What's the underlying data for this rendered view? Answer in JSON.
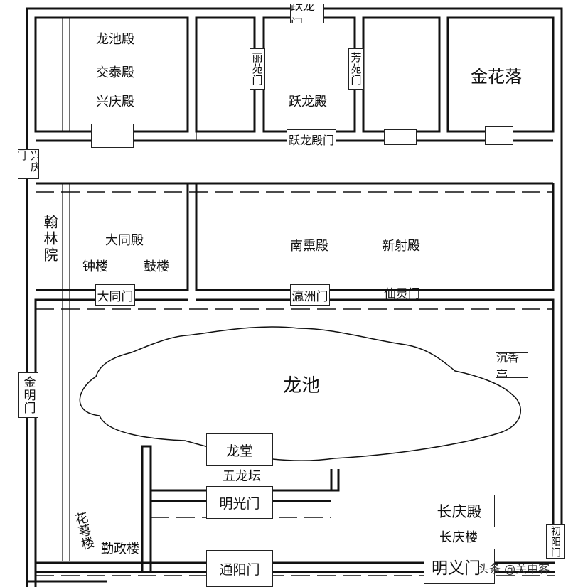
{
  "halls": {
    "longchi_dian": "龙池殿",
    "jiaotai_dian": "交泰殿",
    "xingqing_dian": "兴庆殿",
    "yuelong_dian": "跃龙殿",
    "jinhualuo": "金花落",
    "datong_dian": "大同殿",
    "zhonglou": "钟楼",
    "gulou": "鼓楼",
    "nanxun_dian": "南熏殿",
    "xinshe_dian": "新射殿",
    "hanlin_yuan": "翰林院",
    "longchi_pond": "龙池",
    "chenxiang_ting": "沉香亭",
    "long_tang": "龙堂",
    "wulong_tan": "五龙坛",
    "changqing_dian": "长庆殿",
    "changqing_lou": "长庆楼",
    "huae_lou": "花萼楼",
    "qinzheng_lou": "勤政楼"
  },
  "gates": {
    "yuelong_men": "跃龙门",
    "liyuan_men": "丽苑门",
    "fangyuan_men": "芳苑门",
    "yuelongdian_men": "跃龙殿门",
    "xingqing_men": "兴庆门",
    "datong_men": "大同门",
    "yingzhou_men": "瀛洲门",
    "xianling_men": "仙灵门",
    "jinming_men": "金明门",
    "mingguang_men": "明光门",
    "tongyang_men": "通阳门",
    "mingyi_men": "明义门",
    "chuyang_men": "初阳门"
  },
  "watermark": "头条 @关中客"
}
